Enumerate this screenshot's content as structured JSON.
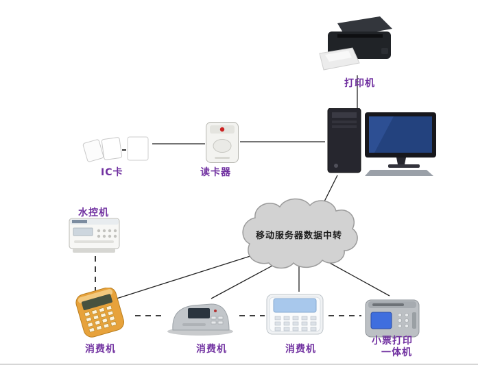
{
  "labels": {
    "printer": "打印机",
    "ic_card": "IC卡",
    "card_reader": "读卡器",
    "water_controller": "水控机",
    "pos_machine_1": "消费机",
    "pos_machine_2": "消费机",
    "pos_machine_3": "消费机",
    "receipt_printer_line1": "小票打印",
    "receipt_printer_line2": "一体机",
    "cloud": "移动服务器数据中转"
  },
  "colors": {
    "label_text": "#7030a0",
    "connector_line": "#222222",
    "cloud_fill": "#d2d2d2",
    "cloud_stroke": "#9b9b9b",
    "background": "#ffffff"
  }
}
